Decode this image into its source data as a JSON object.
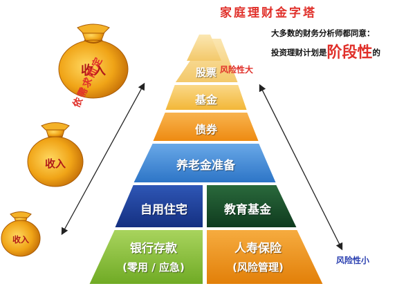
{
  "title": "家庭理财金字塔",
  "note_line1": "大多数的财务分析师都同意：",
  "note_line2_prefix": "投资理财计划是",
  "note_line2_highlight": "阶段性",
  "note_line2_suffix": "的",
  "risk_high": "风险性大",
  "risk_low": "风险性小",
  "vertical_label": "依需求而定",
  "income_bags": [
    "收入",
    "收入",
    "收入"
  ],
  "layers": {
    "stocks": "股票",
    "funds": "基金",
    "bonds": "债券",
    "pension": "养老金准备",
    "housing": "自用住宅",
    "education": "教育基金",
    "bank_line1": "银行存款",
    "bank_line2": "(零用 / 应急)",
    "insurance_line1": "人寿保险",
    "insurance_line2": "(风险管理)"
  },
  "colors": {
    "stocks": "#f6d48a",
    "funds": "#f6c24c",
    "bonds": "#f39a1d",
    "pension": "#3b86d6",
    "housing": "#1d3f99",
    "education": "#184a28",
    "bank": "#8fc43b",
    "insurance": "#f0900f",
    "accent_red": "#e0302a",
    "bag_gold": "#e89a10"
  }
}
